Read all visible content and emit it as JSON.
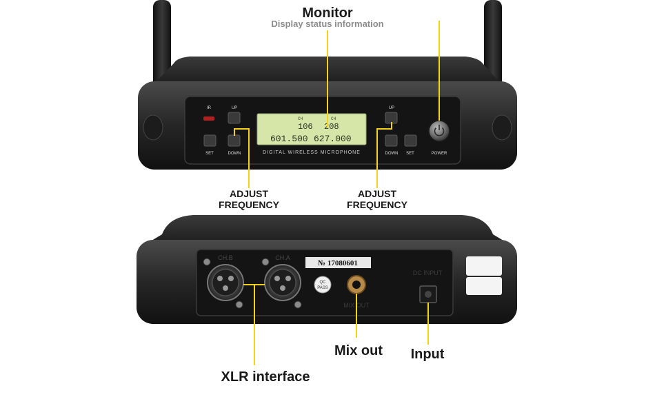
{
  "callouts": {
    "monitor_title": "Monitor",
    "monitor_subtitle": "Display status information",
    "adjust_left_line1": "ADJUST",
    "adjust_left_line2": "FREQUENCY",
    "adjust_right_line1": "ADJUST",
    "adjust_right_line2": "FREQUENCY",
    "mix_out": "Mix out",
    "input": "Input",
    "xlr": "XLR interface"
  },
  "front_panel": {
    "ir": "IR",
    "up_left": "UP",
    "up_right": "UP",
    "set_left": "SET",
    "set_right": "SET",
    "down_left": "DOWN",
    "down_right": "DOWN",
    "power": "POWER",
    "brand_strip": "DIGITAL WIRELESS MICROPHONE",
    "lcd": {
      "left_label": "CH",
      "left_channel": "106",
      "left_freq": "601.500",
      "right_label": "CH",
      "right_channel": "208",
      "right_freq": "627.000"
    }
  },
  "back_panel": {
    "serial": "№ 17080601",
    "qc_line1": "QC",
    "qc_line2": "PASS",
    "xlr_a": "CH.B",
    "xlr_b": "CH.A",
    "mix_out_print": "MIX OUT",
    "dc_input": "DC INPUT"
  },
  "colors": {
    "callout_line": "#f2d21a",
    "device_body": "#2a2a2a",
    "panel": "#141414",
    "lcd_bg": "#d6e6a8"
  }
}
